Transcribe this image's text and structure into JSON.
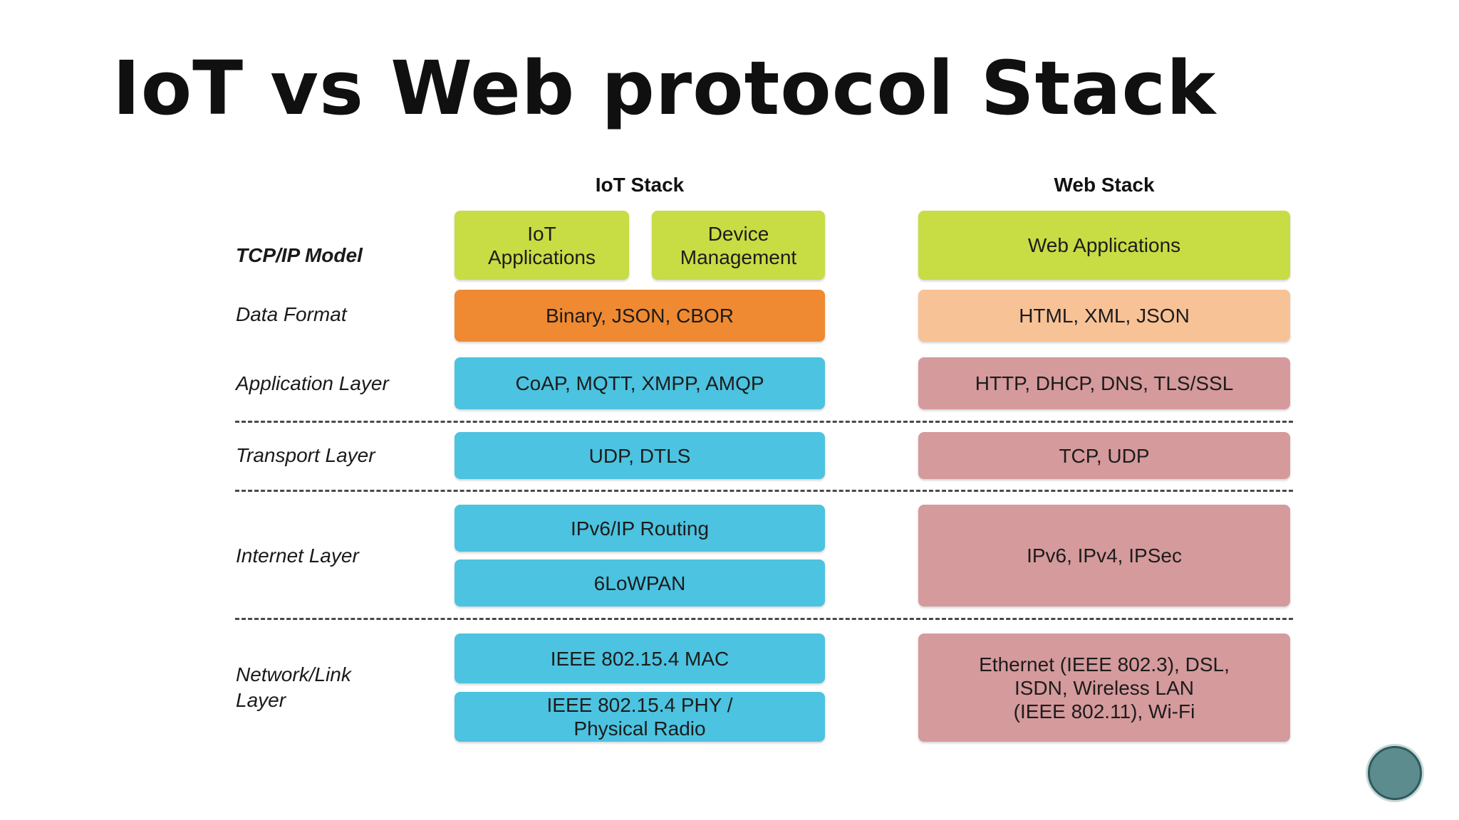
{
  "title": "IoT vs Web protocol Stack",
  "columns": {
    "iot": "IoT Stack",
    "web": "Web Stack"
  },
  "rows": {
    "tcpip_model": "TCP/IP Model",
    "data_format": "Data Format",
    "application_layer": "Application Layer",
    "transport_layer": "Transport Layer",
    "internet_layer": "Internet Layer",
    "network_link_layer": "Network/Link\nLayer"
  },
  "iot_stack": {
    "iot_applications": "IoT\nApplications",
    "device_management": "Device\nManagement",
    "data_format": "Binary, JSON, CBOR",
    "application": "CoAP, MQTT, XMPP, AMQP",
    "transport": "UDP, DTLS",
    "routing": "IPv6/IP Routing",
    "lowpan": "6LoWPAN",
    "mac": "IEEE 802.15.4 MAC",
    "phy": "IEEE 802.15.4 PHY /\nPhysical Radio"
  },
  "web_stack": {
    "applications": "Web Applications",
    "data_format": "HTML, XML, JSON",
    "application": "HTTP, DHCP, DNS, TLS/SSL",
    "transport": "TCP, UDP",
    "internet": "IPv6, IPv4, IPSec",
    "network_link": "Ethernet (IEEE 802.3), DSL,\nISDN, Wireless LAN\n(IEEE 802.11), Wi-Fi"
  },
  "colors": {
    "app_green": "#c8dc44",
    "iot_orange": "#ef8a32",
    "web_peach": "#f8c297",
    "iot_blue": "#4cc3e0",
    "web_rose": "#d59a9c"
  }
}
